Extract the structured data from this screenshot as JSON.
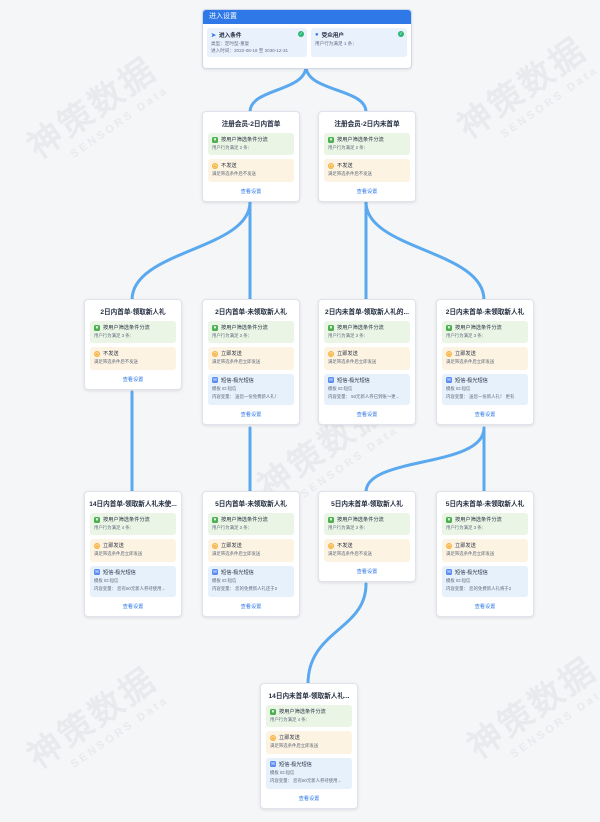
{
  "entry": {
    "header": "进入设置",
    "condition": {
      "title": "进入条件",
      "line1": "类型：定时型-重复",
      "line2": "进入时间：2022-08-18 至 2030-12-31"
    },
    "audience": {
      "title": "受众用户",
      "line1": "用户行为满足 1 条："
    }
  },
  "nodes": [
    {
      "title": "注册会员-2日内首单",
      "blocks": [
        {
          "type": "filter",
          "title": "按用户筛选条件分流",
          "sub": "用户行为满足 2 条："
        },
        {
          "type": "send",
          "title": "不发送",
          "sub": "满足筛选条件后不发送"
        }
      ],
      "link": "查看设置"
    },
    {
      "title": "注册会员-2日内未首单",
      "blocks": [
        {
          "type": "filter",
          "title": "按用户筛选条件分流",
          "sub": "用户行为满足 2 条："
        },
        {
          "type": "send",
          "title": "不发送",
          "sub": "满足筛选条件后不发送"
        }
      ],
      "link": "查看设置"
    },
    {
      "title": "2日内首单-领取新人礼",
      "blocks": [
        {
          "type": "filter",
          "title": "按用户筛选条件分流",
          "sub": "用户行为满足 3 条："
        },
        {
          "type": "send",
          "title": "不发送",
          "sub": "满足筛选条件后不发送"
        }
      ],
      "link": "查看设置"
    },
    {
      "title": "2日内首单-未领取新人礼",
      "blocks": [
        {
          "type": "filter",
          "title": "按用户筛选条件分流",
          "sub": "用户行为满足 3 条："
        },
        {
          "type": "send",
          "title": "立即发送",
          "sub": "满足筛选条件后立即发送"
        },
        {
          "type": "sms",
          "title": "短信-极光短信",
          "sub": "模板 ID:短信",
          "sub2": "内容变量： 送您一份免费新人礼！"
        }
      ],
      "link": "查看设置"
    },
    {
      "title": "2日内未首单-领取新人礼的...",
      "blocks": [
        {
          "type": "filter",
          "title": "按用户筛选条件分流",
          "sub": "用户行为满足 3 条："
        },
        {
          "type": "send",
          "title": "立即发送",
          "sub": "满足筛选条件后立即发送"
        },
        {
          "type": "sms",
          "title": "短信-极光短信",
          "sub": "模板 ID:短信",
          "sub2": "内容变量： 50元新人券已到账～更..."
        }
      ],
      "link": "查看设置"
    },
    {
      "title": "2日内未首单-未领取新人礼",
      "blocks": [
        {
          "type": "filter",
          "title": "按用户筛选条件分流",
          "sub": "用户行为满足 3 条："
        },
        {
          "type": "send",
          "title": "立即发送",
          "sub": "满足筛选条件后立即发送"
        },
        {
          "type": "sms",
          "title": "短信-极光短信",
          "sub": "模板 ID:短信",
          "sub2": "内容变量： 送您一份新人礼！ 更有"
        }
      ],
      "link": "查看设置"
    },
    {
      "title": "14日内首单-领取新人礼未使...",
      "blocks": [
        {
          "type": "filter",
          "title": "按用户筛选条件分流",
          "sub": "用户行为满足 4 条："
        },
        {
          "type": "send",
          "title": "立即发送",
          "sub": "满足筛选条件后立即发送"
        },
        {
          "type": "sms",
          "title": "短信-极光短信",
          "sub": "模板 ID:短信",
          "sub2": "内容变量： 您有50元新人券待使用..."
        }
      ],
      "link": "查看设置"
    },
    {
      "title": "5日内首单-未领取新人礼",
      "blocks": [
        {
          "type": "filter",
          "title": "按用户筛选条件分流",
          "sub": "用户行为满足 3 条："
        },
        {
          "type": "send",
          "title": "立即发送",
          "sub": "满足筛选条件后立即发送"
        },
        {
          "type": "sms",
          "title": "短信-极光短信",
          "sub": "模板 ID:短信",
          "sub2": "内容变量： 您的免费新人礼还于2"
        }
      ],
      "link": "查看设置"
    },
    {
      "title": "5日内未首单-领取新人礼",
      "blocks": [
        {
          "type": "filter",
          "title": "按用户筛选条件分流",
          "sub": "用户行为满足 3 条："
        },
        {
          "type": "send",
          "title": "不发送",
          "sub": "满足筛选条件后不发送"
        }
      ],
      "link": "查看设置"
    },
    {
      "title": "5日内未首单-未领取新人礼",
      "blocks": [
        {
          "type": "filter",
          "title": "按用户筛选条件分流",
          "sub": "用户行为满足 3 条："
        },
        {
          "type": "send",
          "title": "立即发送",
          "sub": "满足筛选条件后立即发送"
        },
        {
          "type": "sms",
          "title": "短信-极光短信",
          "sub": "模板 ID:短信",
          "sub2": "内容变量： 您的免费新人礼将于2"
        }
      ],
      "link": "查看设置"
    },
    {
      "title": "14日内未首单-领取新人礼...",
      "blocks": [
        {
          "type": "filter",
          "title": "按用户筛选条件分流",
          "sub": "用户行为满足 4 条："
        },
        {
          "type": "send",
          "title": "立即发送",
          "sub": "满足筛选条件后立即发送"
        },
        {
          "type": "sms",
          "title": "短信-极光短信",
          "sub": "模板 ID:短信",
          "sub2": "内容变量： 您有50元新人券待使用..."
        }
      ],
      "link": "查看设置"
    }
  ],
  "watermark": {
    "brand": "神策数据",
    "en": "SENSORS Data"
  },
  "colors": {
    "accent": "#2f78e8",
    "connector": "#5aa9ef",
    "filter_bg": "#eaf5e6",
    "send_bg": "#fdf3e2",
    "sms_bg": "#e7f1fc"
  },
  "icons": {
    "condition": "send-plane-icon",
    "audience": "user-icon",
    "check": "check-circle-icon",
    "filter": "funnel-icon",
    "send": "clock-icon",
    "sms": "message-icon"
  }
}
